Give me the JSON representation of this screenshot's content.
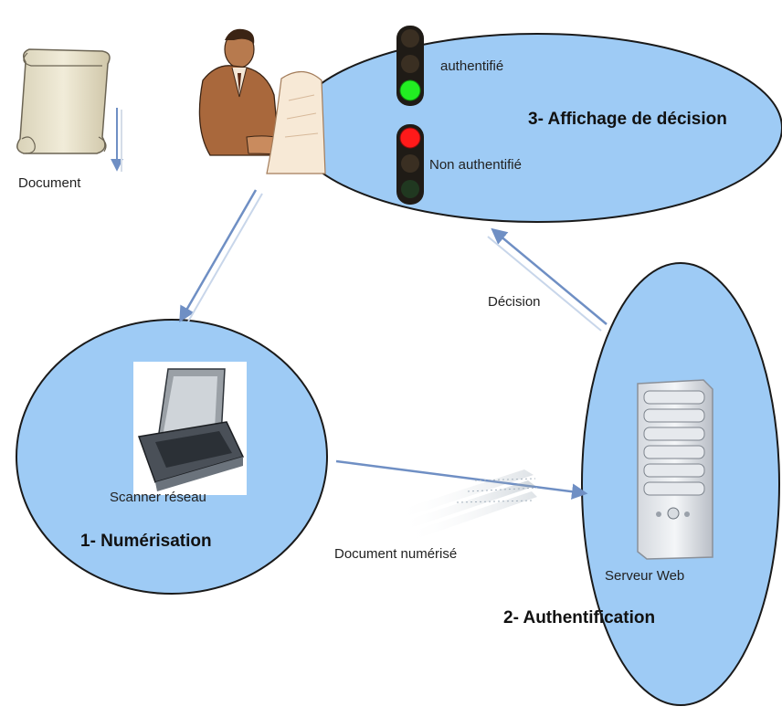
{
  "labels": {
    "document": "Document",
    "authentifie": "authentifié",
    "non_authentifie": "Non authentifié",
    "step3": "3- Affichage de décision",
    "decision": "Décision",
    "scanner": "Scanner réseau",
    "step1": "1- Numérisation",
    "doc_numerise": "Document numérisé",
    "serveur": "Serveur Web",
    "step2": "2- Authentification"
  },
  "colors": {
    "ellipse_fill": "#9ecbf5",
    "ellipse_stroke": "#1a1a1a",
    "arrow": "#6f8fc4",
    "light_red": "#ff1a1a",
    "light_green": "#22ee22",
    "light_off": "#3a2f22"
  },
  "icons": [
    "scroll-icon",
    "businessman-icon",
    "traffic-light-icon",
    "flatbed-scanner-icon",
    "server-tower-icon"
  ]
}
